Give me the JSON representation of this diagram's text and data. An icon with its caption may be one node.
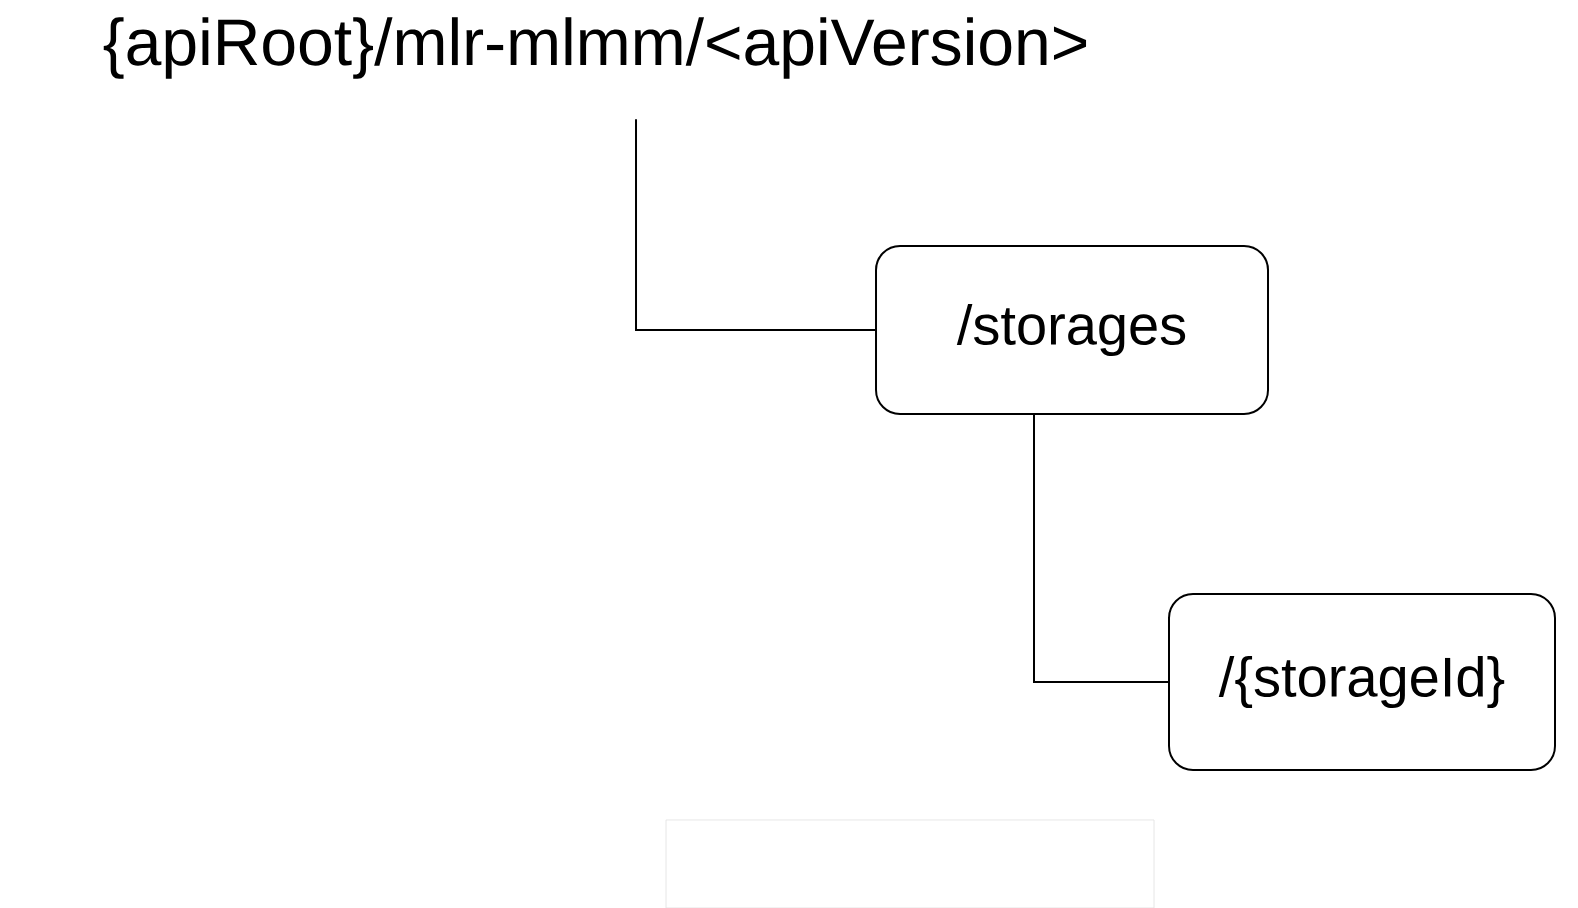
{
  "diagram": {
    "nodes": [
      {
        "text": [
          "{apiRoot}/mlr-mlmm/<apiVersion>"
        ]
      },
      {
        "text": [
          "/storages"
        ]
      },
      {
        "text": [
          "/{storageId}"
        ]
      }
    ],
    "edges": [
      {
        "from": 0,
        "to": 1,
        "arrow": "none"
      },
      {
        "from": 1,
        "to": 2,
        "arrow": "none"
      }
    ]
  }
}
